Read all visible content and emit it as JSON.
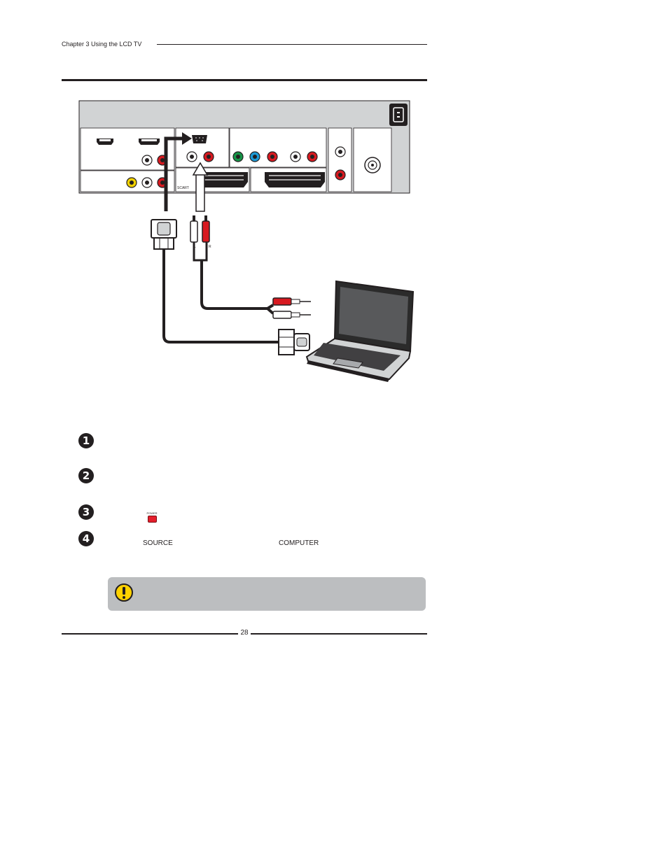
{
  "header": {
    "chapter": "Chapter 3 Using the LCD TV"
  },
  "diagram": {
    "label_scart": "SCART",
    "label_left": "L",
    "label_right": "R"
  },
  "steps": [
    {
      "number": "1"
    },
    {
      "number": "2"
    },
    {
      "number": "3",
      "button_label": "POWER"
    },
    {
      "number": "4",
      "key_source": "SOURCE",
      "key_computer": "COMPUTER"
    }
  ],
  "footer": {
    "page_number": "28"
  },
  "colors": {
    "panel": "#d1d3d4",
    "dark": "#231f20",
    "cable_red": "#d71920",
    "jack_yellow": "#f2d200",
    "jack_green": "#159447",
    "jack_blue": "#1c9ad6",
    "note_bg": "#bcbec0",
    "warn_yellow": "#ffd200"
  }
}
